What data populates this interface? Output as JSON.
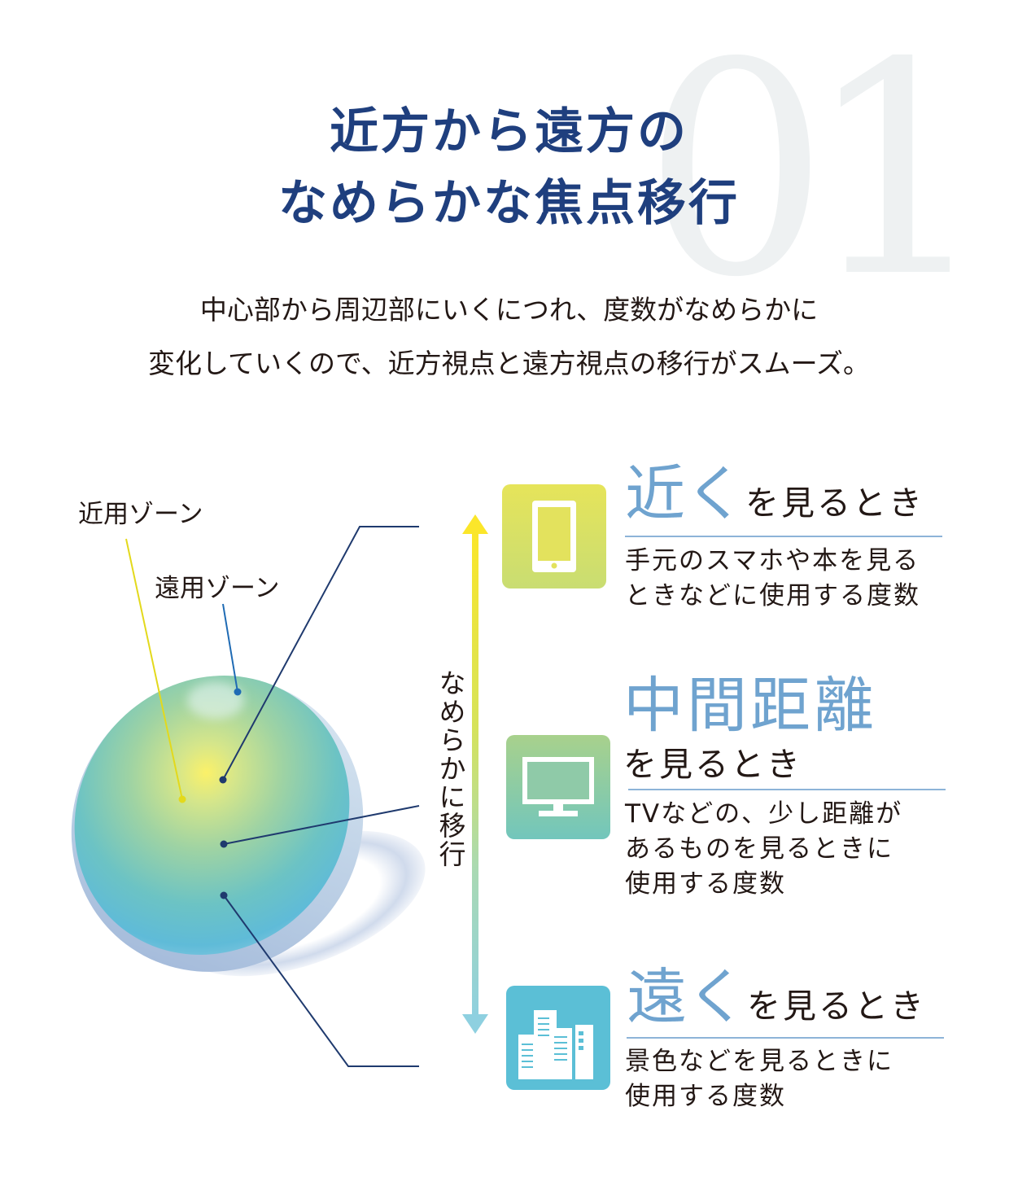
{
  "header": {
    "number": "01",
    "title_line1": "近方から遠方の",
    "title_line2": "なめらかな焦点移行",
    "lead_line1": "中心部から周辺部にいくにつれ、度数がなめらかに",
    "lead_line2": "変化していくので、近方視点と遠方視点の移行がスムーズ。"
  },
  "lens": {
    "near_zone_label": "近用ゾーン",
    "far_zone_label": "遠用ゾーン"
  },
  "arrow": {
    "label": "なめらかに移行"
  },
  "cards": [
    {
      "icon": "smartphone-icon",
      "big": "近く",
      "suffix": "を見るとき",
      "desc_line1": "手元のスマホや本を見る",
      "desc_line2": "ときなどに使用する度数",
      "color_top": "#e6e45a",
      "color_bottom": "#c9dd72"
    },
    {
      "icon": "tv-monitor-icon",
      "big": "中間距離",
      "suffix": "を見るとき",
      "desc_line1": "TVなどの、少し距離が",
      "desc_line2": "あるものを見るときに",
      "desc_line3": "使用する度数",
      "color_top": "#a8d18c",
      "color_bottom": "#72c6bc"
    },
    {
      "icon": "buildings-icon",
      "big": "遠く",
      "suffix": "を見るとき",
      "desc_line1": "景色などを見るときに",
      "desc_line2": "使用する度数",
      "color_top": "#5bbfd6",
      "color_bottom": "#5bbfd6"
    }
  ],
  "colors": {
    "title": "#1f3f7e",
    "accent_blue": "#6fa3cf",
    "rule": "#8db4d8",
    "leader_line": "#1f3a6e",
    "near_leader": "#e3d91c",
    "far_leader": "#1f6bb4"
  }
}
